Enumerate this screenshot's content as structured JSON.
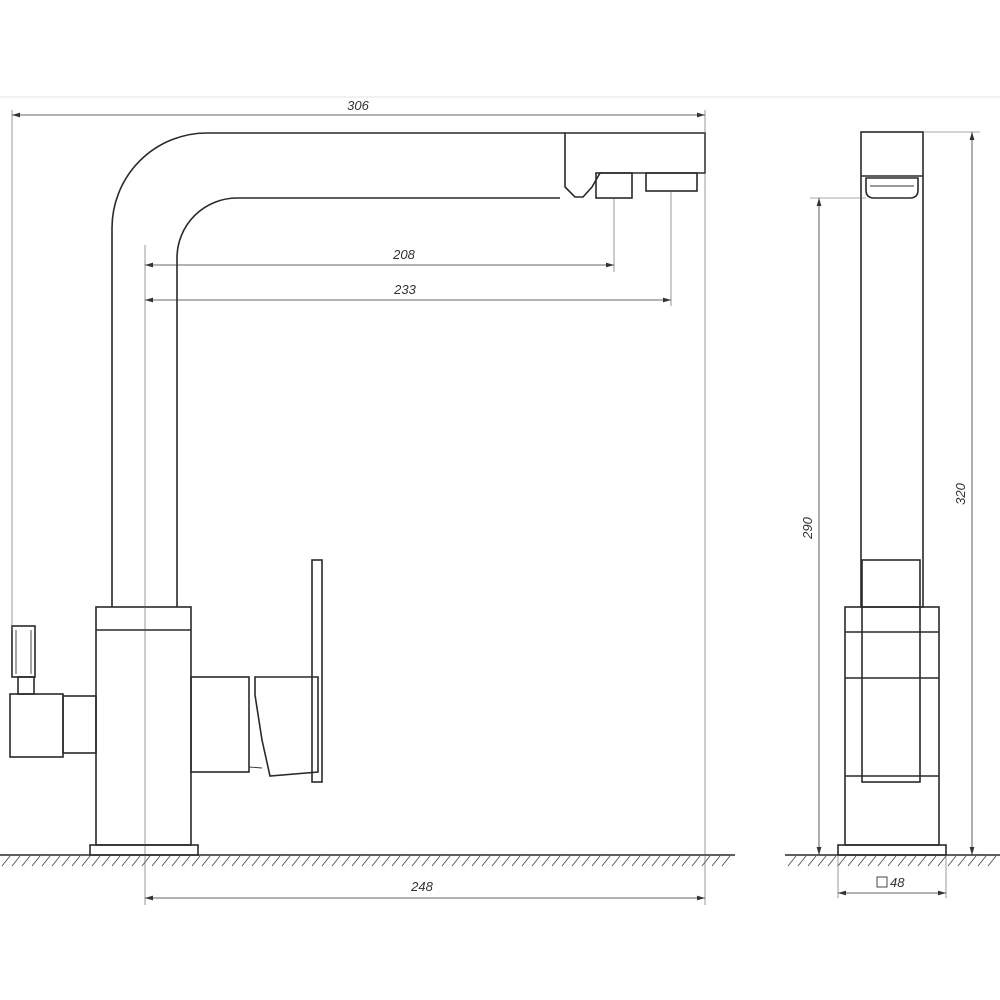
{
  "dimensions": {
    "total_length": "306",
    "reach_inner_spout": "208",
    "reach_outer_spout": "233",
    "base_to_center": "248",
    "side_inner_height": "290",
    "side_total_height": "320",
    "base_square": "48"
  }
}
